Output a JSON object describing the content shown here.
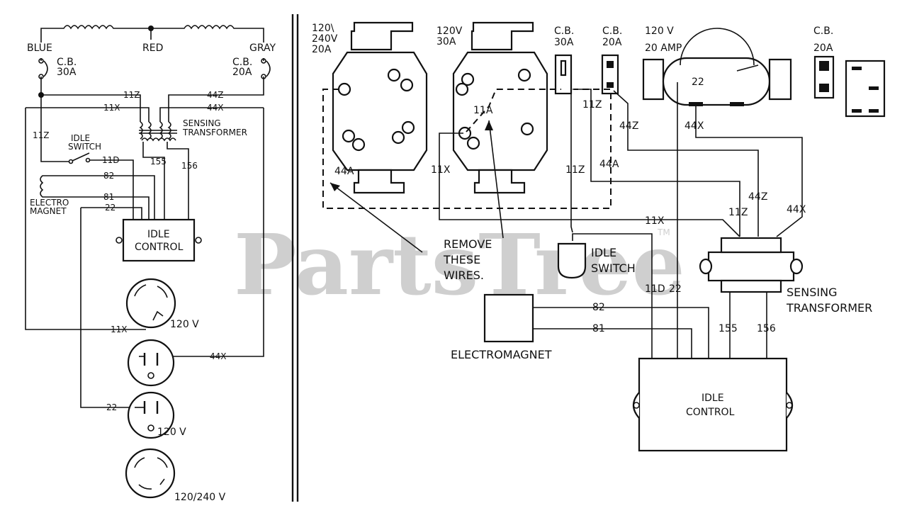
{
  "watermark": {
    "text": "PartsTree",
    "tm": "TM"
  },
  "left": {
    "blue": "BLUE",
    "red": "RED",
    "gray": "GRAY",
    "cb30": [
      "C.B.",
      "30A"
    ],
    "cb20": [
      "C.B.",
      "20A"
    ],
    "w11z": "11Z",
    "w44z": "44Z",
    "w11x": "11X",
    "w44x": "44X",
    "w11z_side": "11Z",
    "sensing": [
      "SENSING",
      "TRANSFORMER"
    ],
    "idle_switch": [
      "IDLE",
      "SWITCH"
    ],
    "w11d": "11D",
    "w155": "155",
    "w156": "156",
    "w82": "82",
    "w81": "81",
    "w22": "22",
    "electro": [
      "ELECTRO",
      "MAGNET"
    ],
    "idle_control": [
      "IDLE",
      "CONTROL"
    ],
    "w11x_low": "11X",
    "v120a": "120 V",
    "w44x_low": "44X",
    "w22_low": "22",
    "v120b": "120 V",
    "v120_240": "120/240 V"
  },
  "right": {
    "rec1": [
      "120\\",
      "240V",
      "20A"
    ],
    "rec2": [
      "120V",
      "30A"
    ],
    "cb30": [
      "C.B.",
      "30A"
    ],
    "cb20": [
      "C.B.",
      "20A"
    ],
    "amp": [
      "120 V",
      "20 AMP"
    ],
    "cb20b": [
      "C.B.",
      "20A"
    ],
    "w22": "22",
    "w11z": "11Z",
    "w44z": "44Z",
    "w44x": "44X",
    "w11a": "11A",
    "w44a_left": "44A",
    "w11x": "11X",
    "w11z_mid": "11Z",
    "w44a_mid": "44A",
    "w44z_r": "44Z",
    "w11z_r": "11Z",
    "w44x_r": "44X",
    "w11x_mid": "11X",
    "remove": [
      "REMOVE",
      "THESE",
      "WIRES."
    ],
    "idle_switch": [
      "IDLE",
      "SWITCH"
    ],
    "w11d": "11D",
    "w22b": "22",
    "sensing": [
      "SENSING",
      "TRANSFORMER"
    ],
    "w82": "82",
    "w81": "81",
    "w155": "155",
    "w156": "156",
    "electromagnet": "ELECTROMAGNET",
    "idle_control": [
      "IDLE",
      "CONTROL"
    ]
  }
}
